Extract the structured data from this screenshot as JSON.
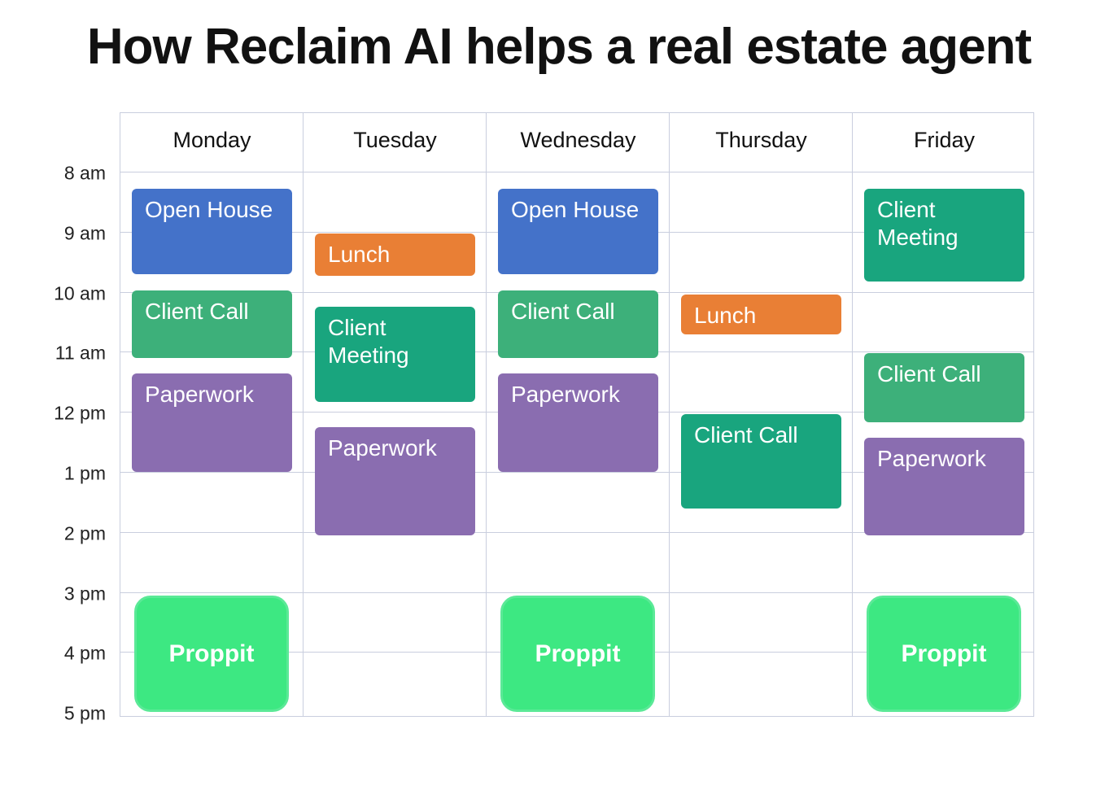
{
  "title": "How Reclaim AI helps a real estate agent",
  "days": [
    "Monday",
    "Tuesday",
    "Wednesday",
    "Thursday",
    "Friday"
  ],
  "time_labels": [
    "8 am",
    "9 am",
    "10 am",
    "11 am",
    "12 pm",
    "1 pm",
    "2 pm",
    "3 pm",
    "4 pm",
    "5 pm"
  ],
  "colors": {
    "open_house": "#4472C9",
    "lunch": "#E97F35",
    "client_call": "#3DB07A",
    "client_meeting": "#19A57E",
    "paperwork": "#8A6DB0",
    "proppit": "#3DE882"
  },
  "events": [
    {
      "day": 0,
      "label": "Open House",
      "type": "open_house",
      "start": 8.27,
      "end": 9.7
    },
    {
      "day": 0,
      "label": "Client Call",
      "type": "client_call",
      "start": 9.96,
      "end": 11.09
    },
    {
      "day": 0,
      "label": "Paperwork",
      "type": "paperwork",
      "start": 11.35,
      "end": 12.99
    },
    {
      "day": 0,
      "label": "Proppit",
      "type": "proppit",
      "start": 15.05,
      "end": 16.99
    },
    {
      "day": 1,
      "label": "Lunch",
      "type": "lunch",
      "start": 9.01,
      "end": 9.72
    },
    {
      "day": 1,
      "label": "Client Meeting",
      "type": "client_meeting",
      "start": 10.24,
      "end": 11.82
    },
    {
      "day": 1,
      "label": "Paperwork",
      "type": "paperwork",
      "start": 12.24,
      "end": 14.04
    },
    {
      "day": 2,
      "label": "Open House",
      "type": "open_house",
      "start": 8.27,
      "end": 9.7
    },
    {
      "day": 2,
      "label": "Client Call",
      "type": "client_call",
      "start": 9.96,
      "end": 11.09
    },
    {
      "day": 2,
      "label": "Paperwork",
      "type": "paperwork",
      "start": 11.35,
      "end": 12.99
    },
    {
      "day": 2,
      "label": "Proppit",
      "type": "proppit",
      "start": 15.05,
      "end": 16.99
    },
    {
      "day": 3,
      "label": "Lunch",
      "type": "lunch",
      "start": 10.03,
      "end": 10.7
    },
    {
      "day": 3,
      "label": "Client Call",
      "type": "client_meeting",
      "start": 12.03,
      "end": 13.59
    },
    {
      "day": 4,
      "label": "Client Meeting",
      "type": "client_meeting",
      "start": 8.27,
      "end": 9.82
    },
    {
      "day": 4,
      "label": "Client Call",
      "type": "client_call",
      "start": 11.01,
      "end": 12.16
    },
    {
      "day": 4,
      "label": "Paperwork",
      "type": "paperwork",
      "start": 12.42,
      "end": 14.04
    },
    {
      "day": 4,
      "label": "Proppit",
      "type": "proppit",
      "start": 15.05,
      "end": 16.99
    }
  ]
}
